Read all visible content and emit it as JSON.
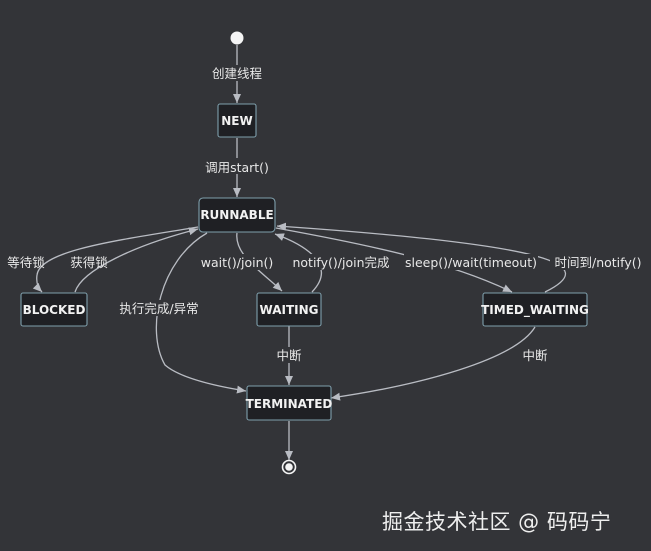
{
  "diagram": {
    "states": {
      "new": "NEW",
      "runnable": "RUNNABLE",
      "blocked": "BLOCKED",
      "waiting": "WAITING",
      "timed_waiting": "TIMED_WAITING",
      "terminated": "TERMINATED"
    },
    "transitions": {
      "create_thread": "创建线程",
      "call_start": "调用start()",
      "wait_lock": "等待锁",
      "acquire_lock": "获得锁",
      "exec_done": "执行完成/异常",
      "wait_join": "wait()/join()",
      "notify_join_done": "notify()/join完成",
      "sleep_wait_timeout": "sleep()/wait(timeout)",
      "time_up_notify": "时间到/notify()",
      "interrupt_waiting": "中断",
      "interrupt_timed": "中断"
    }
  },
  "watermark": "掘金技术社区 @ 码码宁",
  "colors": {
    "background": "#333438",
    "node_fill": "#1f2024",
    "node_border": "#7fa0ad",
    "edge": "#b9bcc3",
    "text": "#f2f2f2"
  }
}
